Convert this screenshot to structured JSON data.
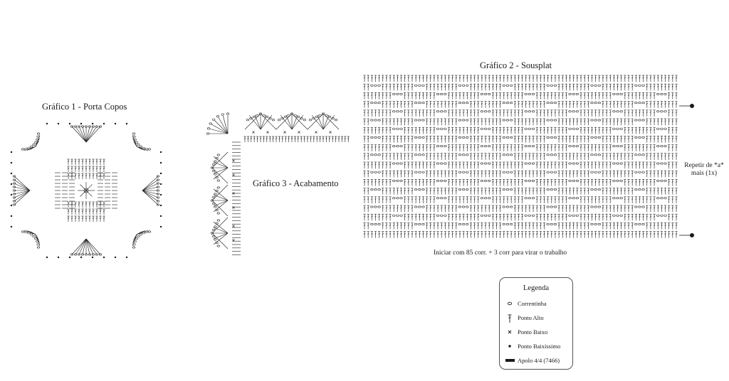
{
  "charts": {
    "chart1_title": "Gráfico 1 - Porta Copos",
    "chart2_title": "Gráfico 2 - Sousplat",
    "chart3_title": "Gráfico 3 - Acabamento"
  },
  "chart2": {
    "repeat_note_line1": "Repetir de *a*",
    "repeat_note_line2": "mais (1x)",
    "start_instruction": "Iniciar com 85 corr. + 3 corr para virar o trabalho"
  },
  "legend": {
    "title": "Legenda",
    "items": [
      {
        "label": "Correntinha",
        "icon": "chain-stitch-icon"
      },
      {
        "label": "Ponto Alto",
        "icon": "double-crochet-icon"
      },
      {
        "label": "Ponto Baixo",
        "icon": "single-crochet-icon"
      },
      {
        "label": "Ponto Baixíssimo",
        "icon": "slip-stitch-icon"
      },
      {
        "label": "Apolo 4/4 (7466)",
        "icon": "yarn-color-swatch-icon"
      }
    ]
  },
  "colors": {
    "ink": "#1a1a1a",
    "background": "#ffffff"
  }
}
